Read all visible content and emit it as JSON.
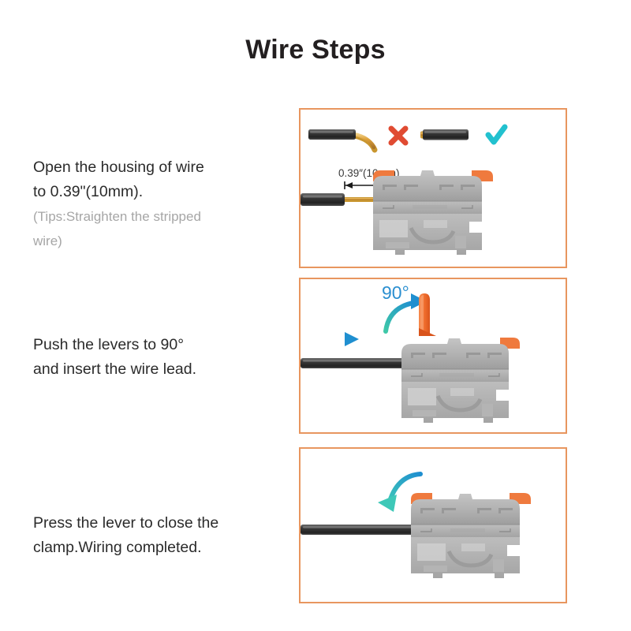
{
  "page": {
    "title": "Wire Steps",
    "background_color": "#ffffff",
    "title_color": "#231f20"
  },
  "theme": {
    "panel_border_color": "#e8965f",
    "body_gray": "#b0b0b0",
    "body_gray_dark": "#9a9a9a",
    "lever_orange": "#f0692e",
    "accent_teal": "#2fc2b4",
    "accent_blue": "#1f8fd0",
    "mark_red": "#e04b32",
    "text_color": "#2b2b2b",
    "tip_text_color": "#a6a6a6",
    "wire_insulation": "#3b3b3b",
    "wire_copper": "#e2a33a"
  },
  "steps": [
    {
      "id": "step-1",
      "main": "Open the housing of wire\nto 0.39\"(10mm).",
      "tip": "(Tips:Straighten the stripped\nwire)"
    },
    {
      "id": "step-2",
      "main": "Push the levers to 90°\nand insert the wire lead.",
      "tip": ""
    },
    {
      "id": "step-3",
      "main": "Press the lever to close the\nclamp.Wiring completed.",
      "tip": ""
    }
  ],
  "panels": [
    {
      "id": "panel-1",
      "dimension_label": "0.39″(10mm)",
      "bad_example_mark": "cross-mark",
      "good_example_mark": "check-mark",
      "bad_example_caption": "bent stripped wire",
      "good_example_caption": "straight stripped wire"
    },
    {
      "id": "panel-2",
      "angle_label": "90°",
      "angle_label_color": "#2b8fd0",
      "arrows": [
        "insert-arrow-right",
        "lever-rotate-arrow-up"
      ]
    },
    {
      "id": "panel-3",
      "arrows": [
        "lever-close-arrow-down"
      ]
    }
  ]
}
